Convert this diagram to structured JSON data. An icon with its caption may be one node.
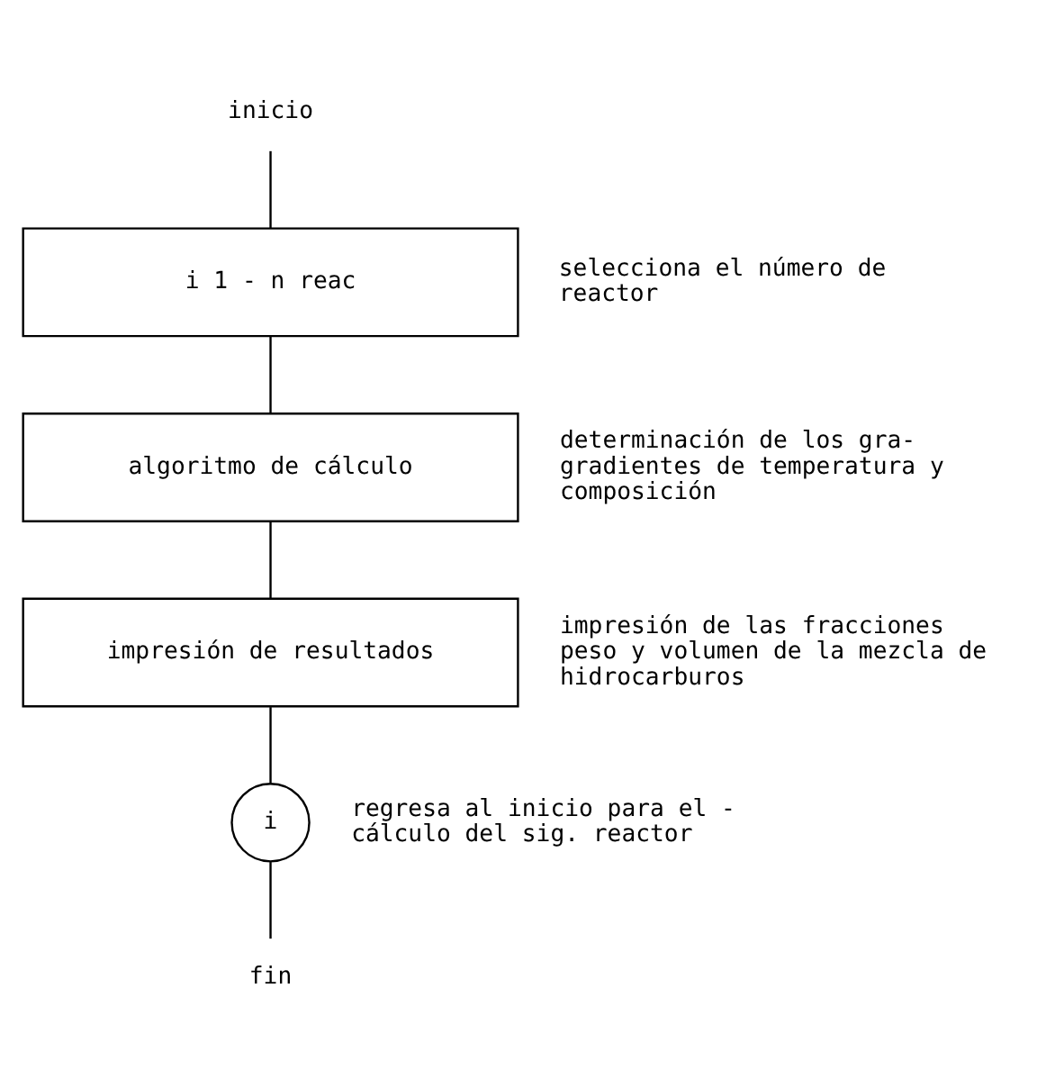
{
  "diagram": {
    "nodes": [
      {
        "text": [
          "inicio"
        ]
      },
      {
        "text": [
          "i 1 - n reac"
        ],
        "beside": [
          "selecciona el número de reactor"
        ]
      },
      {
        "text": [
          "algoritmo de cálculo"
        ],
        "beside": [
          "determinación de los gra- gradientes de temperatura y composición"
        ]
      },
      {
        "text": [
          "impresión de resultados"
        ],
        "beside": [
          "impresión de las fracciones peso y volumen de la mezcla de hidrocarburos"
        ]
      },
      {
        "text": [
          "i"
        ],
        "beside": [
          "regresa al inicio para el - cálculo del sig. reactor"
        ]
      },
      {
        "text": [
          "fin"
        ]
      }
    ],
    "edges": [
      {
        "from": 0,
        "to": 1,
        "arrow": "none"
      },
      {
        "from": 1,
        "to": 2,
        "arrow": "none"
      },
      {
        "from": 2,
        "to": 3,
        "arrow": "none"
      },
      {
        "from": 3,
        "to": 4,
        "arrow": "none"
      },
      {
        "from": 4,
        "to": 5,
        "arrow": "none"
      }
    ]
  }
}
